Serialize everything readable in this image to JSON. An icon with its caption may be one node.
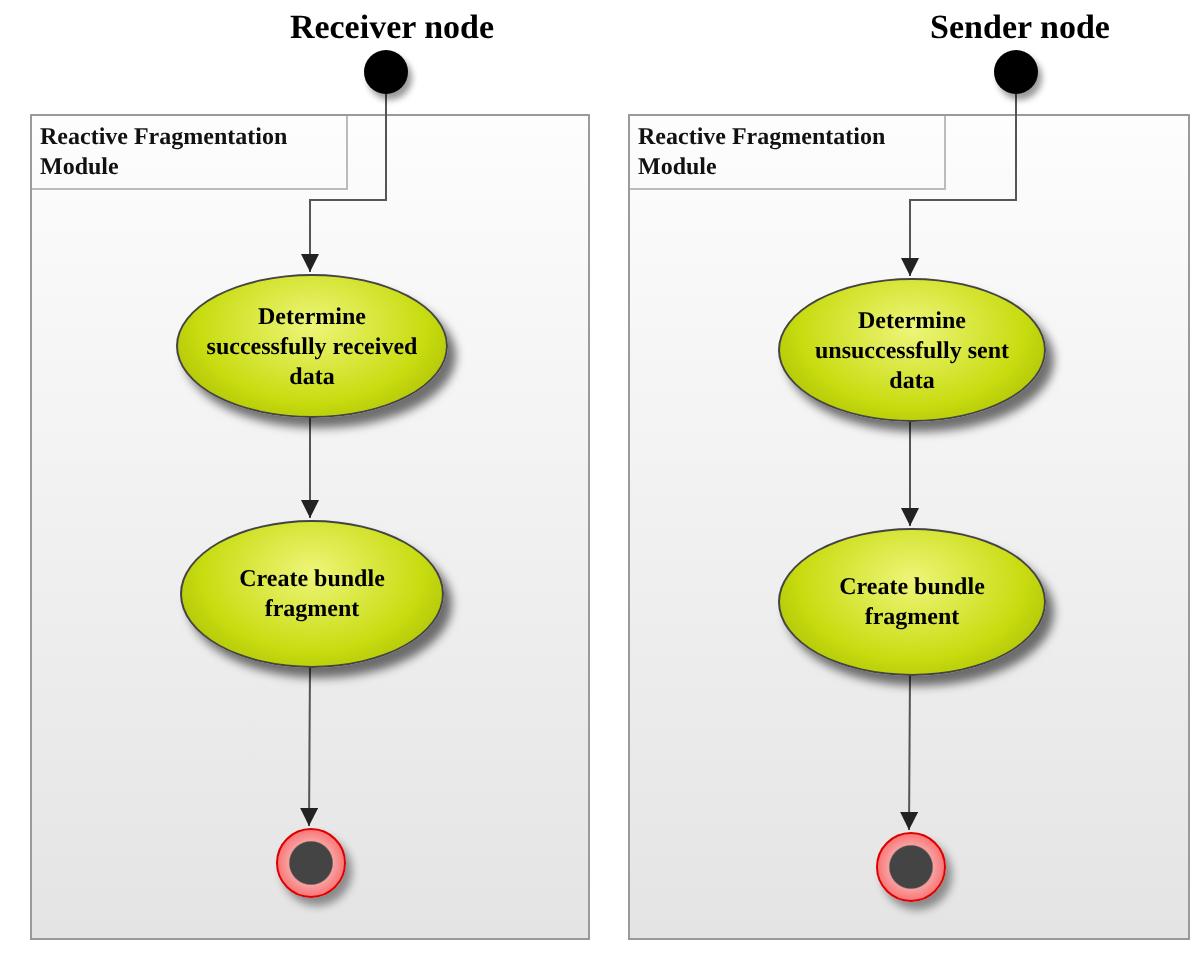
{
  "diagram": {
    "nodes": [
      {
        "text": [
          "Reactive Fragmentation Module"
        ]
      },
      {
        "text": [],
        "shape": "circle",
        "beside": [
          "Receiver node"
        ]
      },
      {
        "text": [
          "Determine successfully received data"
        ],
        "in": 0
      },
      {
        "text": [
          "Create bundle fragment"
        ],
        "in": 0
      },
      {
        "text": [],
        "shape": "circle",
        "in": 0
      },
      {
        "text": [
          "Reactive Fragmentation Module"
        ]
      },
      {
        "text": [],
        "shape": "circle",
        "beside": [
          "Sender node"
        ]
      },
      {
        "text": [
          "Determine unsuccessfully sent data"
        ],
        "in": 5
      },
      {
        "text": [
          "Create bundle fragment"
        ],
        "in": 5
      },
      {
        "text": [],
        "shape": "circle",
        "in": 5
      }
    ],
    "edges": [
      {
        "from": 1,
        "to": 2,
        "arrow": "to"
      },
      {
        "from": 2,
        "to": 3,
        "arrow": "to"
      },
      {
        "from": 3,
        "to": 4,
        "arrow": "to"
      },
      {
        "from": 6,
        "to": 7,
        "arrow": "to"
      },
      {
        "from": 7,
        "to": 8,
        "arrow": "to"
      },
      {
        "from": 8,
        "to": 9,
        "arrow": "to"
      }
    ]
  }
}
